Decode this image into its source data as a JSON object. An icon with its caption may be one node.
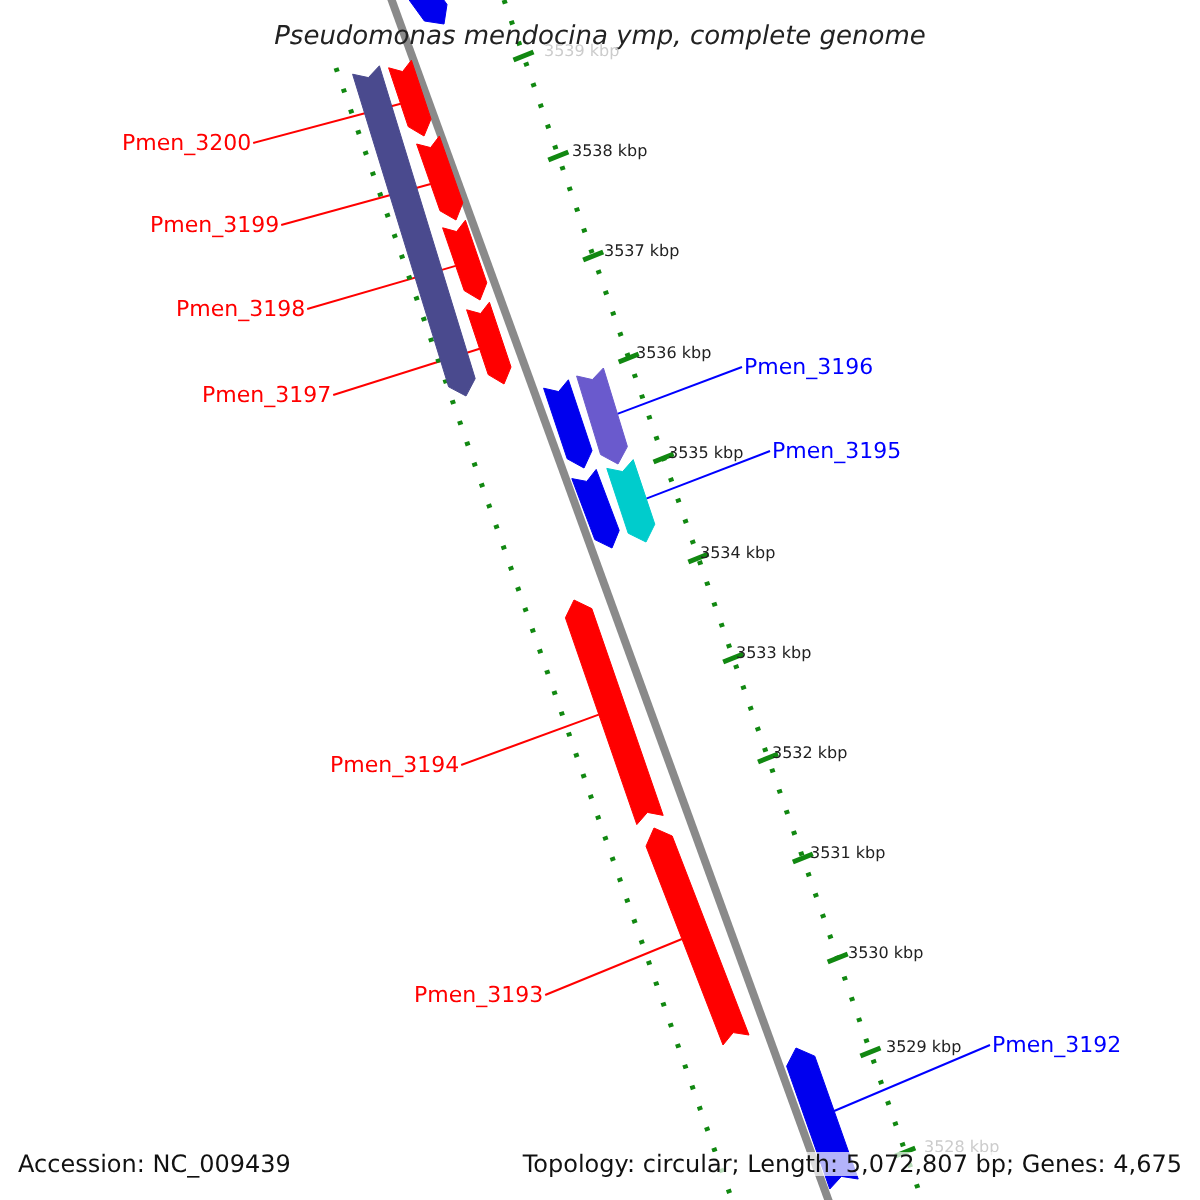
{
  "diagram": {
    "title": "Pseudomonas mendocina ymp, complete genome",
    "nodes": [
      {
        "text": [],
        "shape": "bar"
      },
      {
        "text": [],
        "shape": "bar"
      },
      {
        "text": [],
        "shape": "bar"
      },
      {
        "text": [],
        "shape": "bar"
      },
      {
        "text": [],
        "shape": "bar"
      },
      {
        "text": [],
        "shape": "bar"
      },
      {
        "text": [
          "Pmen_3200"
        ]
      },
      {
        "text": [
          "Pmen_3199"
        ]
      },
      {
        "text": [
          "Pmen_3198"
        ]
      },
      {
        "text": [
          "Pmen_3197"
        ]
      },
      {
        "text": [
          "Pmen_3196"
        ]
      },
      {
        "text": [],
        "shape": "bar"
      },
      {
        "text": [],
        "shape": "bar"
      },
      {
        "text": [],
        "shape": "bar"
      },
      {
        "text": [],
        "shape": "bar"
      },
      {
        "text": [
          "Pmen_3195"
        ]
      },
      {
        "text": [],
        "shape": "bar"
      },
      {
        "text": [
          "Pmen_3194"
        ]
      },
      {
        "text": [],
        "shape": "bar"
      },
      {
        "text": [
          "Pmen_3193"
        ]
      },
      {
        "text": [],
        "shape": "bar"
      },
      {
        "text": [
          "Pmen_3192"
        ]
      }
    ],
    "edges": [
      {
        "from": 6,
        "to": 2,
        "arrow": "none"
      },
      {
        "from": 7,
        "to": 3,
        "arrow": "none"
      },
      {
        "from": 8,
        "to": 4,
        "arrow": "none"
      },
      {
        "from": 9,
        "to": 5,
        "arrow": "none"
      },
      {
        "from": 10,
        "to": 11,
        "arrow": "none",
        "color": "#0000ff"
      },
      {
        "from": 15,
        "to": 12,
        "arrow": "none",
        "color": "#0000ff"
      },
      {
        "from": 17,
        "to": 16,
        "arrow": "none"
      },
      {
        "from": 19,
        "to": 18,
        "arrow": "none"
      },
      {
        "from": 21,
        "to": 20,
        "arrow": "none",
        "color": "#0000ff"
      }
    ],
    "labels": [
      "3539 kbp",
      "3538 kbp",
      "3537 kbp",
      "3536 kbp",
      "3535 kbp",
      "3534 kbp",
      "3533 kbp",
      "3532 kbp",
      "3531 kbp",
      "3530 kbp",
      "3529 kbp",
      "3528 kbp",
      "Accession: NC_009439",
      "Topology: circular; Length: 5,072,807 bp; Genes: 4,675"
    ]
  }
}
